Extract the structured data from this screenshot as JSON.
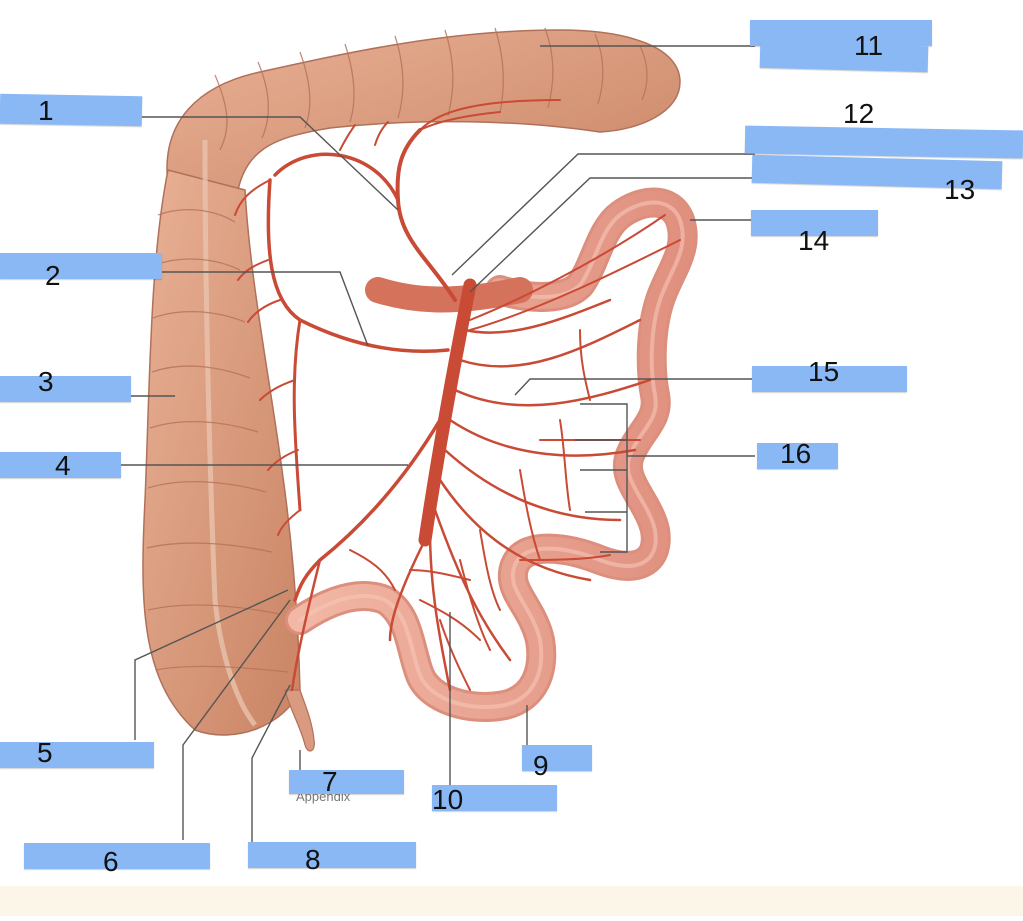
{
  "diagram": {
    "labels": [
      {
        "number": "1"
      },
      {
        "number": "2"
      },
      {
        "number": "3"
      },
      {
        "number": "4"
      },
      {
        "number": "5"
      },
      {
        "number": "6"
      },
      {
        "number": "7"
      },
      {
        "number": "8"
      },
      {
        "number": "9"
      },
      {
        "number": "10"
      },
      {
        "number": "11"
      },
      {
        "number": "12"
      },
      {
        "number": "13"
      },
      {
        "number": "14"
      },
      {
        "number": "15"
      },
      {
        "number": "16"
      }
    ],
    "partial_text": {
      "appendix": "Appendix"
    }
  },
  "colors": {
    "label_box": "#8ab8f5",
    "colon_fill": "#dfa083",
    "small_intestine_fill": "#eaa595",
    "artery": "#c94a35",
    "leader_line": "#555555",
    "background_band": "#fbf6e8"
  }
}
